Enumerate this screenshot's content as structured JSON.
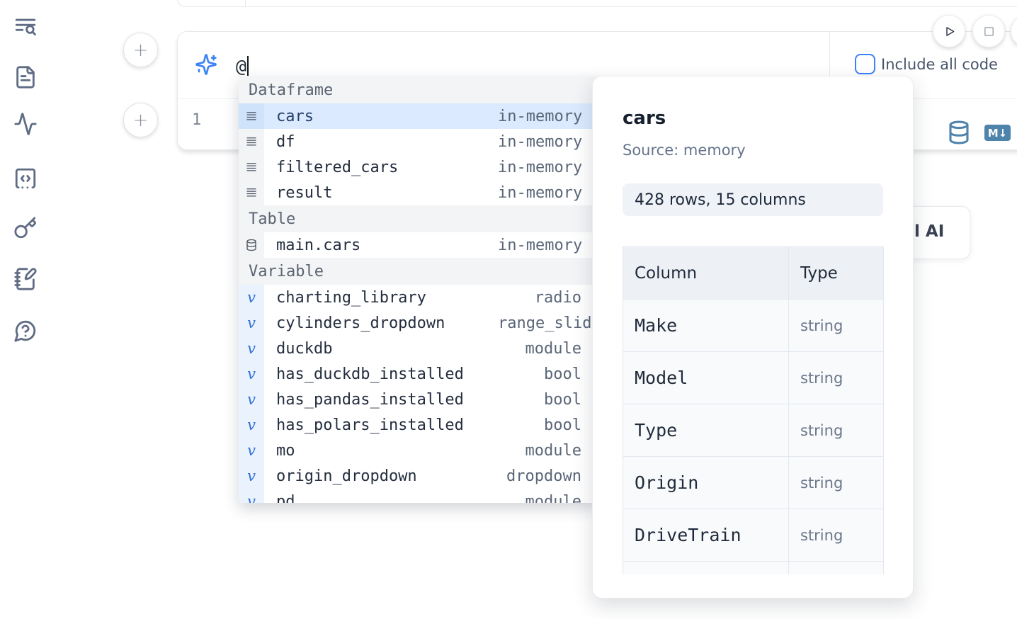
{
  "colors": {
    "accent_blue": "#3b82f6",
    "steel_blue": "#4e83ab",
    "selection_bg": "#dbeafe",
    "selected_text": "#24406b"
  },
  "sidebar": {
    "icons": [
      {
        "name": "text-search-icon"
      },
      {
        "name": "file-text-icon"
      },
      {
        "name": "activity-icon"
      },
      {
        "name": "code-snippet-icon"
      },
      {
        "name": "key-icon"
      },
      {
        "name": "notebook-pen-icon"
      },
      {
        "name": "help-chat-icon"
      }
    ]
  },
  "add_cell_buttons": {
    "top_label": "+",
    "bottom_label": "+"
  },
  "ai_bar": {
    "input_value": "@",
    "include_all_code_label": "Include all code"
  },
  "editor": {
    "line_number": "1",
    "markdown_badge": "M↓"
  },
  "ai_card": {
    "visible_fragment": "l AI"
  },
  "autocomplete": {
    "sections": [
      {
        "label": "Dataframe",
        "kind": "dataframe",
        "items": [
          {
            "name": "cars",
            "meta": "in-memory",
            "selected": true
          },
          {
            "name": "df",
            "meta": "in-memory"
          },
          {
            "name": "filtered_cars",
            "meta": "in-memory"
          },
          {
            "name": "result",
            "meta": "in-memory"
          }
        ]
      },
      {
        "label": "Table",
        "kind": "table",
        "items": [
          {
            "name": "main.cars",
            "meta": "in-memory"
          }
        ]
      },
      {
        "label": "Variable",
        "kind": "variable",
        "items": [
          {
            "name": "charting_library",
            "meta": "radio"
          },
          {
            "name": "cylinders_dropdown",
            "meta": "range_slider"
          },
          {
            "name": "duckdb",
            "meta": "module"
          },
          {
            "name": "has_duckdb_installed",
            "meta": "bool"
          },
          {
            "name": "has_pandas_installed",
            "meta": "bool"
          },
          {
            "name": "has_polars_installed",
            "meta": "bool"
          },
          {
            "name": "mo",
            "meta": "module"
          },
          {
            "name": "origin_dropdown",
            "meta": "dropdown"
          },
          {
            "name": "pd",
            "meta": "module"
          }
        ]
      }
    ]
  },
  "panel": {
    "title": "cars",
    "source": "Source: memory",
    "shape": "428 rows, 15 columns",
    "table": {
      "headers": [
        "Column",
        "Type"
      ],
      "rows": [
        [
          "Make",
          "string"
        ],
        [
          "Model",
          "string"
        ],
        [
          "Type",
          "string"
        ],
        [
          "Origin",
          "string"
        ],
        [
          "DriveTrain",
          "string"
        ],
        [
          "",
          ""
        ]
      ]
    }
  }
}
